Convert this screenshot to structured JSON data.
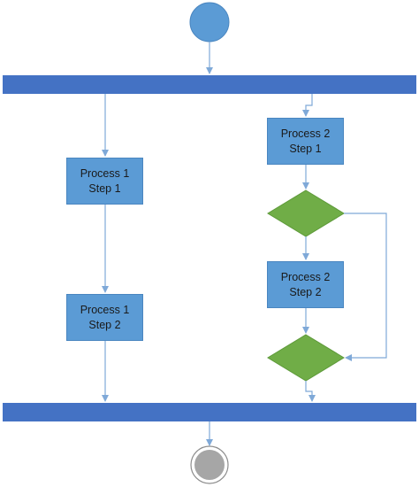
{
  "diagram": {
    "colors": {
      "bar": "#4472c4",
      "start_node": "#5b9bd5",
      "process_box": "#5b9bd5",
      "decision": "#70ad47",
      "connector": "#7fa9d8",
      "end_node": "#a6a6a6"
    },
    "boxes": {
      "p1s1": {
        "line1": "Process 1",
        "line2": "Step 1"
      },
      "p1s2": {
        "line1": "Process 1",
        "line2": "Step 2"
      },
      "p2s1": {
        "line1": "Process 2",
        "line2": "Step 1"
      },
      "p2s2": {
        "line1": "Process 2",
        "line2": "Step 2"
      }
    }
  }
}
